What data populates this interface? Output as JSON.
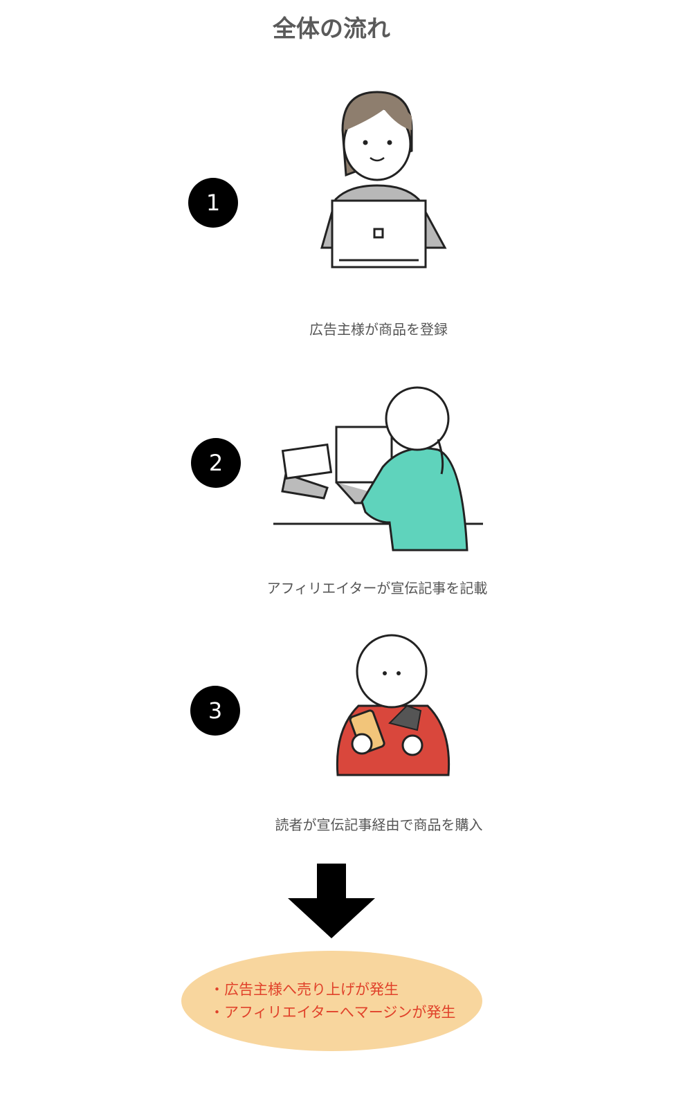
{
  "title": "全体の流れ",
  "steps": [
    {
      "number": "1",
      "caption": "広告主様が商品を登録"
    },
    {
      "number": "2",
      "caption": "アフィリエイターが宣伝記事を記載"
    },
    {
      "number": "3",
      "caption": "読者が宣伝記事経由で商品を購入"
    }
  ],
  "result": {
    "lines": [
      "・広告主様へ売り上げが発生",
      "・アフィリエイターへマージンが発生"
    ]
  },
  "colors": {
    "oval": "#f8d69e",
    "result_text": "#e0412a",
    "shirt_green": "#5fd3bc",
    "shirt_red": "#d9473c"
  }
}
